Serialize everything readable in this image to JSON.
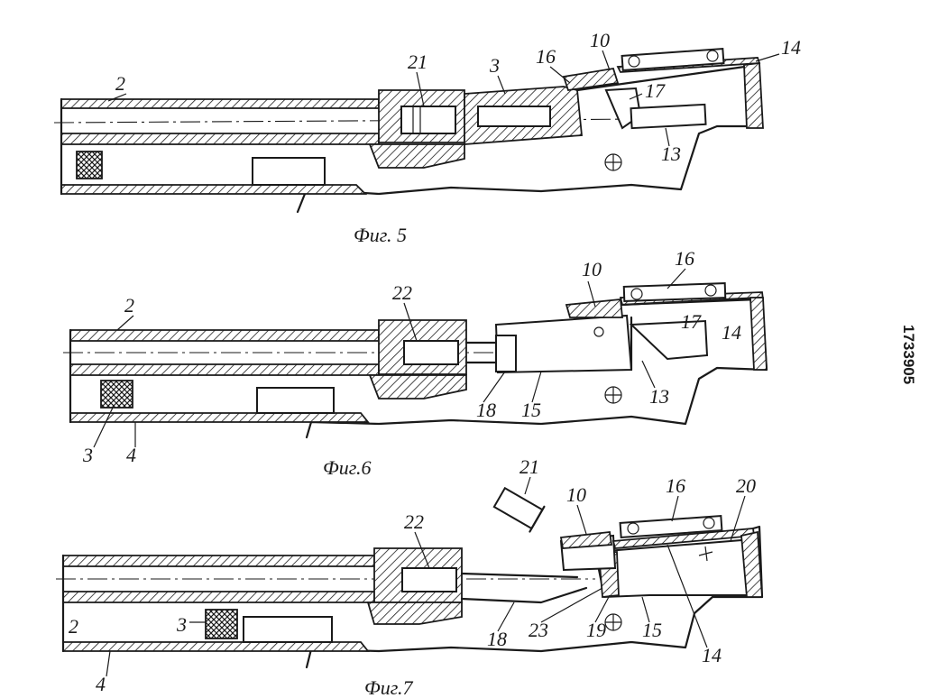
{
  "patent_number": "1733905",
  "figures": [
    {
      "caption": "Фиг. 5",
      "labels": [
        "2",
        "21",
        "3",
        "16",
        "10",
        "14",
        "17",
        "13"
      ]
    },
    {
      "caption": "Фиг.6",
      "labels": [
        "2",
        "22",
        "10",
        "16",
        "17",
        "14",
        "18",
        "15",
        "13",
        "3",
        "4"
      ]
    },
    {
      "caption": "Фиг.7",
      "labels": [
        "21",
        "10",
        "16",
        "20",
        "22",
        "2",
        "3",
        "23",
        "19",
        "15",
        "18",
        "14",
        "4"
      ]
    }
  ]
}
